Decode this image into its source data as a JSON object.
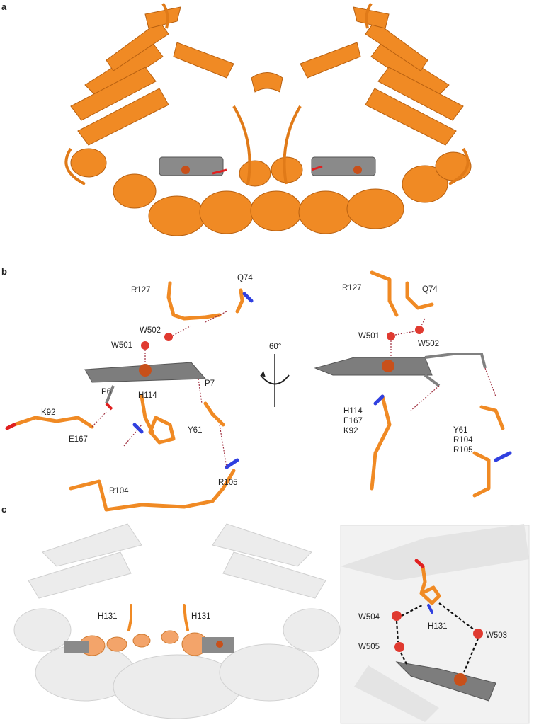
{
  "panels": {
    "a": {
      "letter": "a"
    },
    "b": {
      "letter": "b",
      "rotation": "60°",
      "left_labels": {
        "r127": "R127",
        "q74": "Q74",
        "w502": "W502",
        "w501": "W501",
        "p6": "P6",
        "h114": "H114",
        "p7": "P7",
        "k92": "K92",
        "e167": "E167",
        "y61": "Y61",
        "r104": "R104",
        "r105": "R105"
      },
      "right_labels": {
        "r127": "R127",
        "q74": "Q74",
        "w501": "W501",
        "w502": "W502",
        "h114": "H114",
        "e167": "E167",
        "k92": "K92",
        "y61": "Y61",
        "r104": "R104",
        "r105": "R105"
      }
    },
    "c": {
      "letter": "c",
      "left_labels": {
        "h131_left": "H131",
        "h131_right": "H131"
      },
      "right_labels": {
        "w504": "W504",
        "h131": "H131",
        "w503": "W503",
        "w505": "W505"
      }
    }
  },
  "colors": {
    "protein": "#f08a24",
    "protein_dark": "#c86a10",
    "heme": "#808080",
    "nitrogen": "#3040e0",
    "oxygen": "#e02020",
    "water": "#e03a30",
    "hbond": "#a03040",
    "ghost": "#e6e6e6"
  }
}
